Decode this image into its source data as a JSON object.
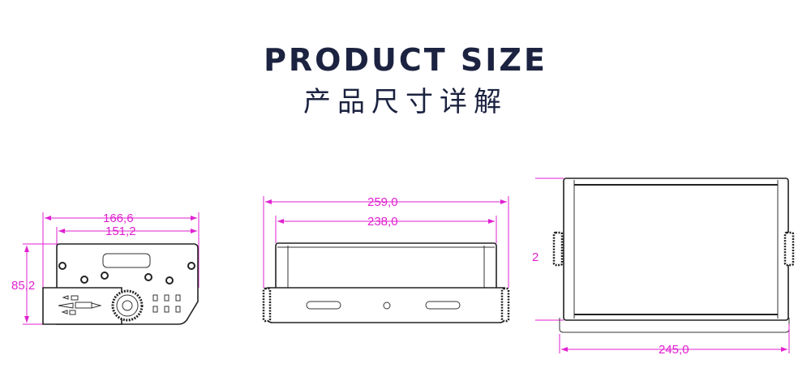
{
  "header": {
    "title_en": "PRODUCT SIZE",
    "title_cn": "产品尺寸详解"
  },
  "front_view": {
    "width_outer": "166,6",
    "width_inner": "151,2",
    "height": "85,2"
  },
  "side_view": {
    "length_outer": "259,0",
    "length_inner": "238,0"
  },
  "top_view": {
    "width": "245,0",
    "partial_label": "2"
  },
  "colors": {
    "title": "#1c2340",
    "dimension": "#e020d0",
    "outline": "#222222"
  }
}
